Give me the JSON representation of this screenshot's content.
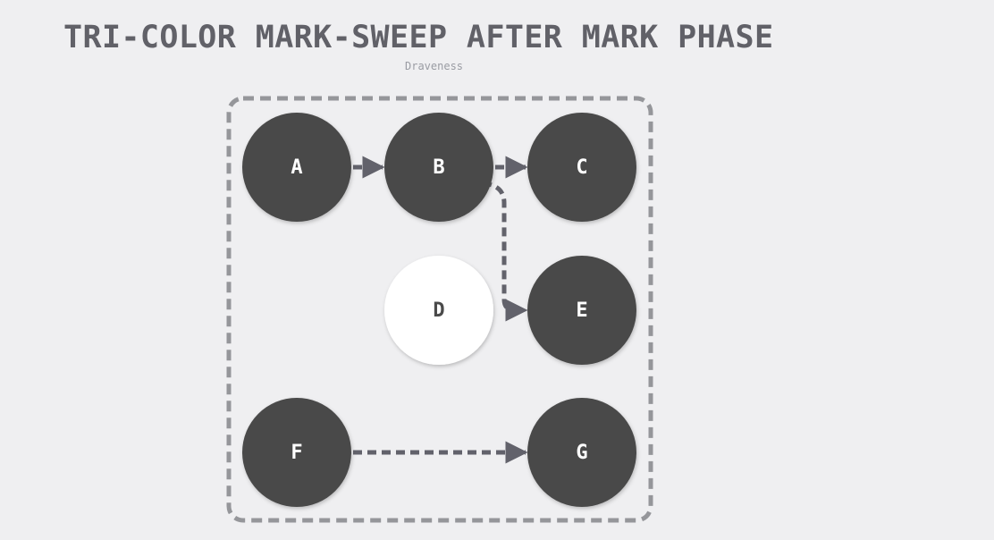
{
  "diagram": {
    "title": "TRI-COLOR MARK-SWEEP AFTER MARK PHASE",
    "author": "Draveness",
    "nodes": [
      {
        "id": "A",
        "label": "A",
        "color": "black"
      },
      {
        "id": "B",
        "label": "B",
        "color": "black"
      },
      {
        "id": "C",
        "label": "C",
        "color": "black"
      },
      {
        "id": "D",
        "label": "D",
        "color": "white"
      },
      {
        "id": "E",
        "label": "E",
        "color": "black"
      },
      {
        "id": "F",
        "label": "F",
        "color": "black"
      },
      {
        "id": "G",
        "label": "G",
        "color": "black"
      }
    ],
    "edges": [
      {
        "from": "A",
        "to": "B"
      },
      {
        "from": "B",
        "to": "C"
      },
      {
        "from": "B",
        "to": "E"
      },
      {
        "from": "F",
        "to": "G"
      }
    ]
  },
  "colors": {
    "background": "#efeff1",
    "black_node": "#4a4a4a",
    "white_node": "#ffffff",
    "edge": "#62626b",
    "heap_border": "#95969a",
    "title": "#616168",
    "author": "#9a9ca3"
  }
}
